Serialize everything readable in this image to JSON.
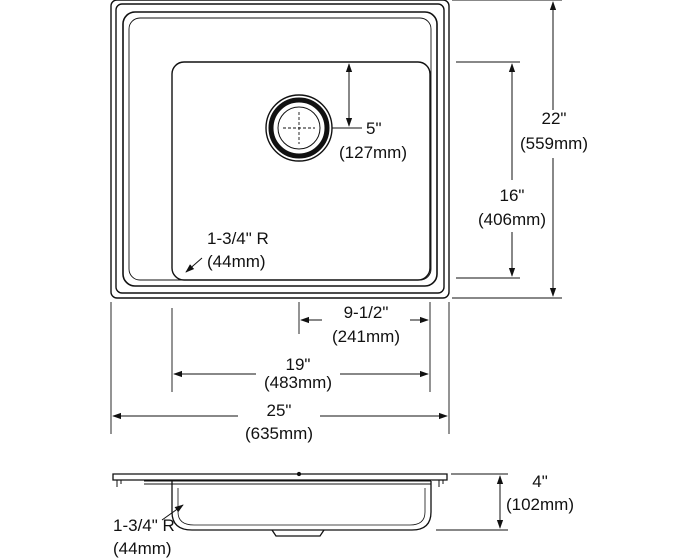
{
  "top_view": {
    "drain_offset": {
      "imperial": "5\"",
      "metric": "(127mm)"
    },
    "overall_depth": {
      "imperial": "22\"",
      "metric": "(559mm)"
    },
    "bowl_depth": {
      "imperial": "16\"",
      "metric": "(406mm)"
    },
    "corner_radius": {
      "imperial": "1-3/4\" R",
      "metric": "(44mm)"
    },
    "drain_centerline": {
      "imperial": "9-1/2\"",
      "metric": "(241mm)"
    },
    "bowl_width": {
      "imperial": "19\"",
      "metric": "(483mm)"
    },
    "overall_width": {
      "imperial": "25\"",
      "metric": "(635mm)"
    }
  },
  "side_view": {
    "height": {
      "imperial": "4\"",
      "metric": "(102mm)"
    },
    "corner_radius": {
      "imperial": "1-3/4\" R",
      "metric": "(44mm)"
    }
  }
}
